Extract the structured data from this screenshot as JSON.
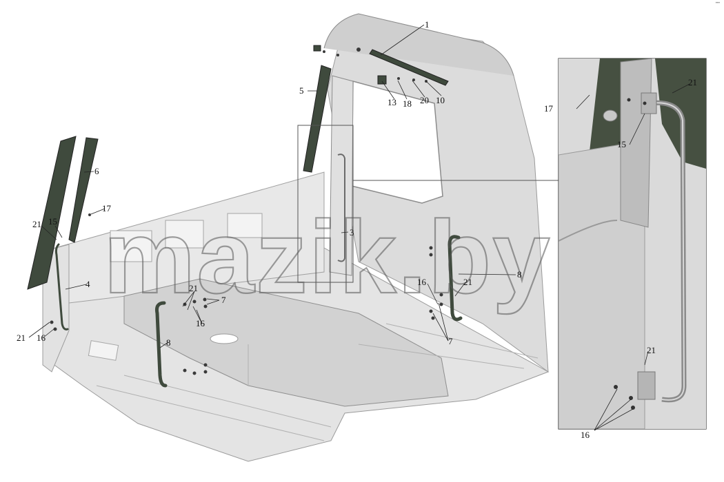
{
  "watermark": "mazik.by",
  "corner_mark": "•••",
  "callouts": {
    "c1": "1",
    "c3": "3",
    "c4": "4",
    "c5": "5",
    "c6": "6",
    "c7a": "7",
    "c7b": "7",
    "c8a": "8",
    "c8b": "8",
    "c10": "10",
    "c13": "13",
    "c15a": "15",
    "c15b": "15",
    "c16a": "16",
    "c16b": "16",
    "c16c": "16",
    "c16d": "16",
    "c17a": "17",
    "c17b": "17",
    "c18": "18",
    "c20": "20",
    "c21a": "21",
    "c21b": "21",
    "c21c": "21",
    "c21d": "21",
    "c21e": "21",
    "c21f": "21"
  }
}
